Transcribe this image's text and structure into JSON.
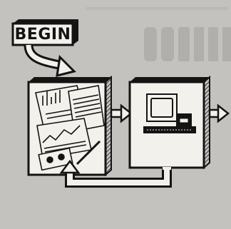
{
  "begin_box": {
    "label": "BEGIN"
  },
  "nodes": [
    {
      "name": "documents-and-charts",
      "icon": "papers-charts-cassette-icon"
    },
    {
      "name": "computer",
      "icon": "computer-terminal-icon"
    }
  ],
  "colors": {
    "background": "#c3c2be",
    "ink": "#141414",
    "paper": "#f2f1ec",
    "faint_text": "#b1b0ac"
  }
}
